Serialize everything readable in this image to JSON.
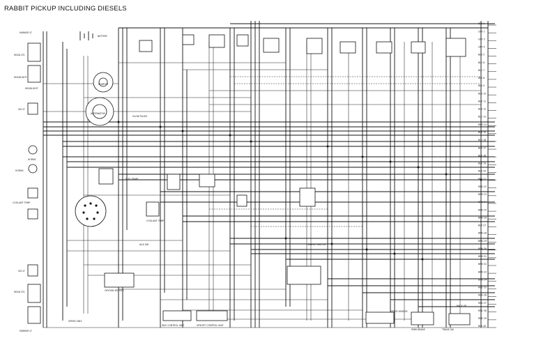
{
  "diagram": {
    "title": "RABBIT PICKUP INCLUDING DIESELS",
    "components": [
      {
        "id": "starter",
        "label": "STARTER"
      },
      {
        "id": "alternator",
        "label": "ALTERNATOR"
      },
      {
        "id": "battery",
        "label": "BATTERY"
      },
      {
        "id": "horns",
        "label": "HORNS"
      },
      {
        "id": "headlight",
        "label": "HEADLIGHT"
      },
      {
        "id": "fuel-pump",
        "label": "FUEL PUMP"
      },
      {
        "id": "oxygen-sensor",
        "label": "OXYGEN SENSOR"
      },
      {
        "id": "thermo-switch",
        "label": "THERMO SWITCH"
      },
      {
        "id": "idle-control-unit",
        "label": "IDLE CONTROL UNIT"
      },
      {
        "id": "warning-control-unit",
        "label": "UPSHIFT CONTROL UNIT"
      },
      {
        "id": "glow-plugs",
        "label": "GLOW PLUGS"
      },
      {
        "id": "aux-air",
        "label": "AUX AIR"
      },
      {
        "id": "coolant-temp",
        "label": "COOLANT TEMP"
      },
      {
        "id": "sensor-speed",
        "label": "SPEED SENSOR"
      },
      {
        "id": "park-brake",
        "label": "PARK BRAKE"
      },
      {
        "id": "trans-sw",
        "label": "TRANS SW"
      },
      {
        "id": "back-up",
        "label": "BACK UP"
      }
    ],
    "left_labels": [
      "MARKER LT",
      "HEAD LTS",
      "HEADLIGHT",
      "SIG LT",
      "HORNS",
      "COOLANT TEMP",
      "SIG LT",
      "HEAD LTS",
      "MARKER LT"
    ],
    "right_labels": [
      "BLK 1",
      "GRY 2",
      "GRY 3",
      "GRY 4",
      "BLK 5",
      "BLU 6",
      "BLU 7",
      "BLK 8",
      "BLK 9",
      "BLK 10",
      "BLK 11",
      "BLK 12",
      "BLU 13",
      "RED 14",
      "BLK 15",
      "BLU 16",
      "BLK 17",
      "BLK 18",
      "BLK 19",
      "BLK 20",
      "BLK 21",
      "RED 22",
      "BRN 23",
      "BRN 24",
      "BRN 25",
      "BRN 26",
      "BLK 27",
      "BRN 28",
      "BRN 29",
      "BRN 30",
      "BRN 31",
      "BRN 32",
      "BRN 33",
      "BRN 34",
      "RED 35",
      "RED 36",
      "RED 37",
      "RED 38",
      "RED 39",
      "BLK 40"
    ],
    "legend": "SPEED ONLY"
  }
}
